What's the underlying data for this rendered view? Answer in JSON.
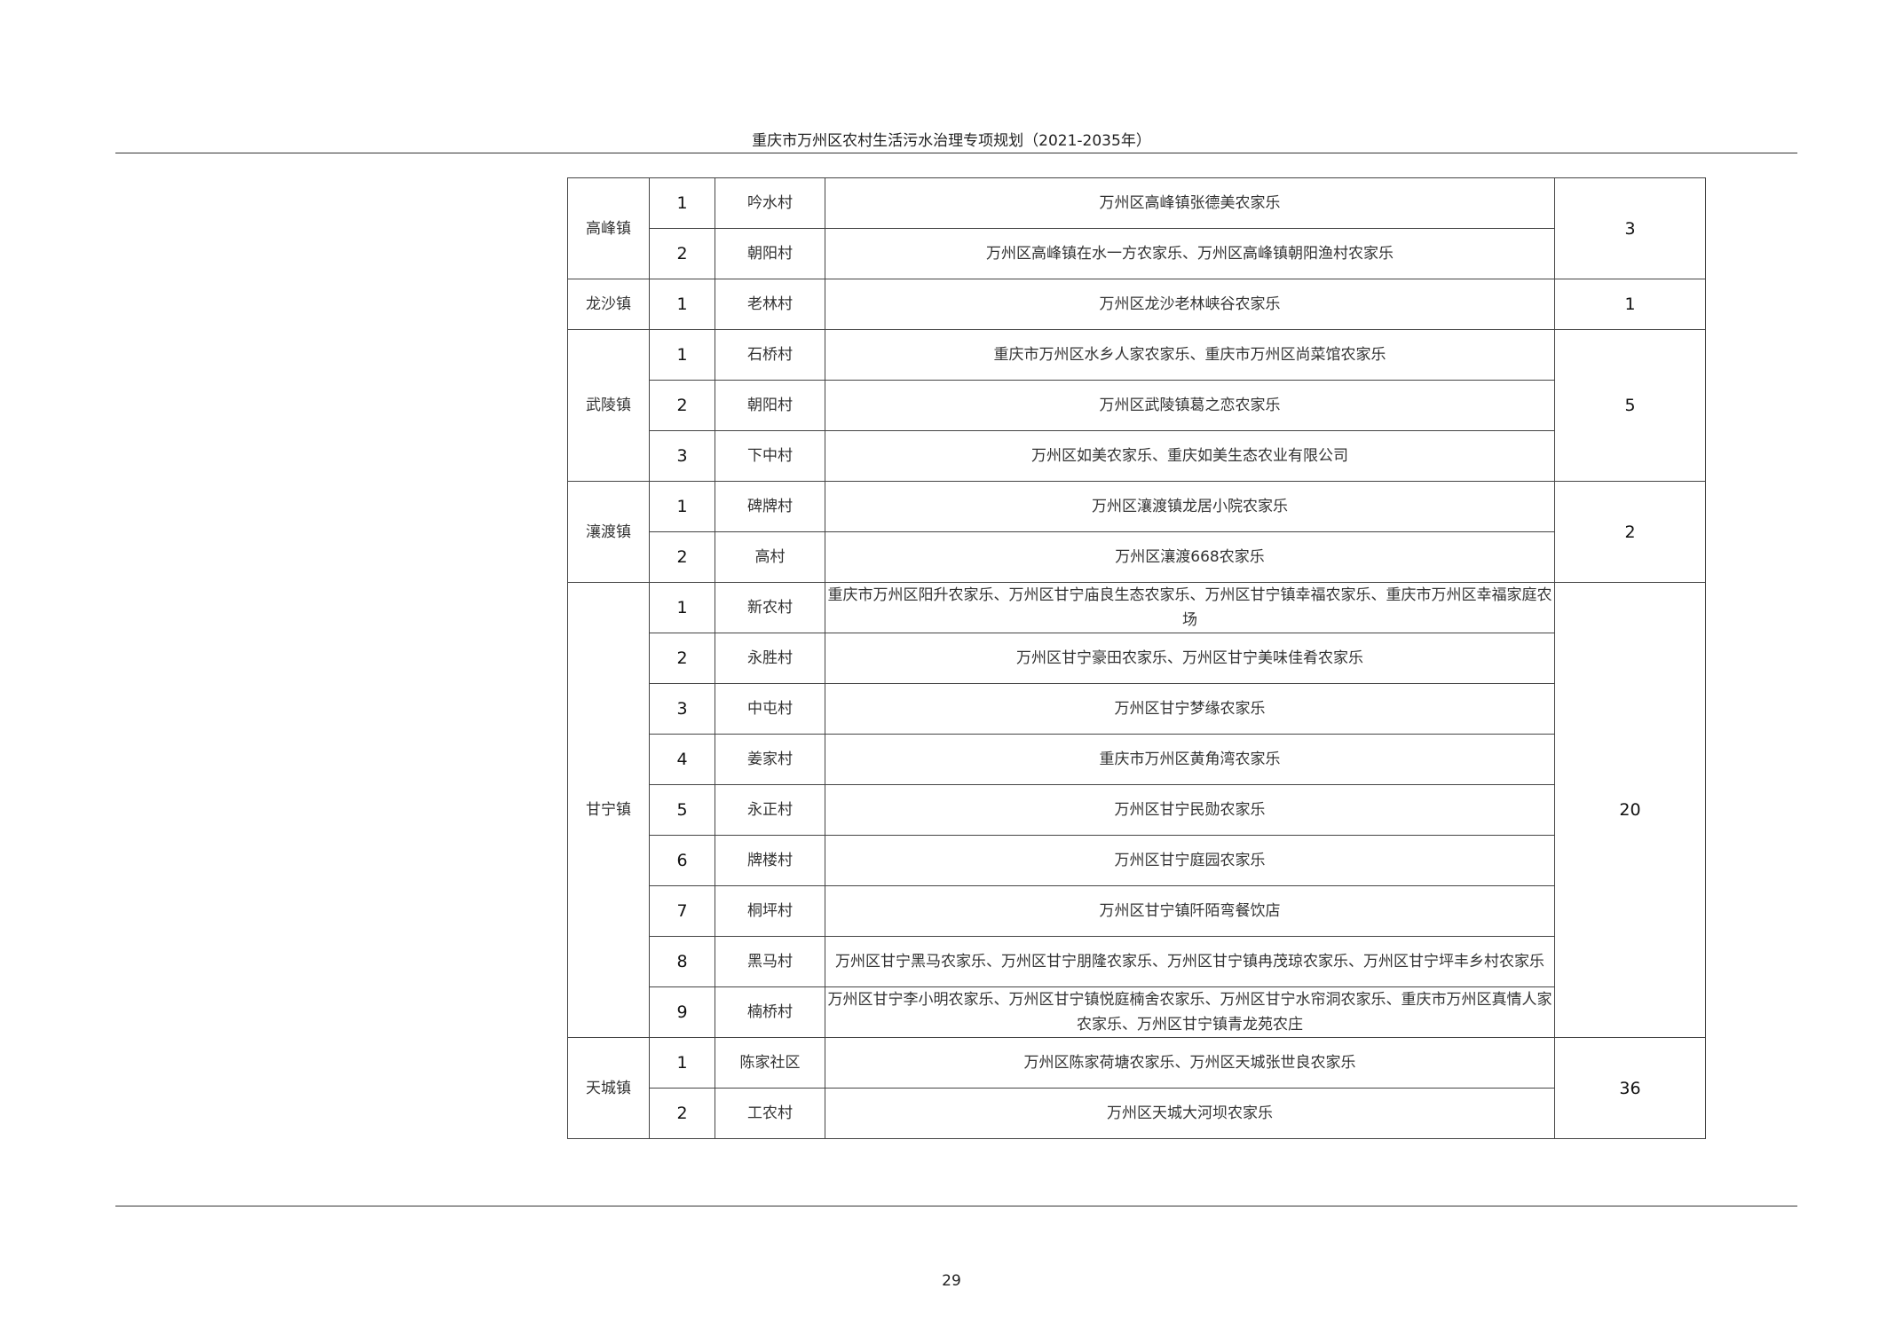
{
  "header": {
    "title": "重庆市万州区农村生活污水治理专项规划（2021-2035年）"
  },
  "page_number": "29",
  "towns": [
    {
      "name": "高峰镇",
      "total": "3",
      "rows": [
        {
          "no": "1",
          "village": "吟水村",
          "sites": "万州区高峰镇张德美农家乐"
        },
        {
          "no": "2",
          "village": "朝阳村",
          "sites": "万州区高峰镇在水一方农家乐、万州区高峰镇朝阳渔村农家乐"
        }
      ]
    },
    {
      "name": "龙沙镇",
      "total": "1",
      "rows": [
        {
          "no": "1",
          "village": "老林村",
          "sites": "万州区龙沙老林峡谷农家乐"
        }
      ]
    },
    {
      "name": "武陵镇",
      "total": "5",
      "rows": [
        {
          "no": "1",
          "village": "石桥村",
          "sites": "重庆市万州区水乡人家农家乐、重庆市万州区尚菜馆农家乐"
        },
        {
          "no": "2",
          "village": "朝阳村",
          "sites": "万州区武陵镇葛之恋农家乐"
        },
        {
          "no": "3",
          "village": "下中村",
          "sites": "万州区如美农家乐、重庆如美生态农业有限公司"
        }
      ]
    },
    {
      "name": "瀼渡镇",
      "total": "2",
      "rows": [
        {
          "no": "1",
          "village": "碑牌村",
          "sites": "万州区瀼渡镇龙居小院农家乐"
        },
        {
          "no": "2",
          "village": "高村",
          "sites": "万州区瀼渡668农家乐"
        }
      ]
    },
    {
      "name": "甘宁镇",
      "total": "20",
      "rows": [
        {
          "no": "1",
          "village": "新农村",
          "sites": "重庆市万州区阳升农家乐、万州区甘宁庙良生态农家乐、万州区甘宁镇幸福农家乐、重庆市万州区幸福家庭农场"
        },
        {
          "no": "2",
          "village": "永胜村",
          "sites": "万州区甘宁豪田农家乐、万州区甘宁美味佳肴农家乐"
        },
        {
          "no": "3",
          "village": "中屯村",
          "sites": "万州区甘宁梦缘农家乐"
        },
        {
          "no": "4",
          "village": "姜家村",
          "sites": "重庆市万州区黄角湾农家乐"
        },
        {
          "no": "5",
          "village": "永正村",
          "sites": "万州区甘宁民勋农家乐"
        },
        {
          "no": "6",
          "village": "牌楼村",
          "sites": "万州区甘宁庭园农家乐"
        },
        {
          "no": "7",
          "village": "桐坪村",
          "sites": "万州区甘宁镇阡陌弯餐饮店"
        },
        {
          "no": "8",
          "village": "黑马村",
          "sites": "万州区甘宁黑马农家乐、万州区甘宁朋隆农家乐、万州区甘宁镇冉茂琼农家乐、万州区甘宁坪丰乡村农家乐"
        },
        {
          "no": "9",
          "village": "楠桥村",
          "sites": "万州区甘宁李小明农家乐、万州区甘宁镇悦庭楠舍农家乐、万州区甘宁水帘洞农家乐、重庆市万州区真情人家农家乐、万州区甘宁镇青龙苑农庄"
        }
      ]
    },
    {
      "name": "天城镇",
      "total": "36",
      "rows": [
        {
          "no": "1",
          "village": "陈家社区",
          "sites": "万州区陈家荷塘农家乐、万州区天城张世良农家乐"
        },
        {
          "no": "2",
          "village": "工农村",
          "sites": "万州区天城大河坝农家乐"
        }
      ]
    }
  ]
}
